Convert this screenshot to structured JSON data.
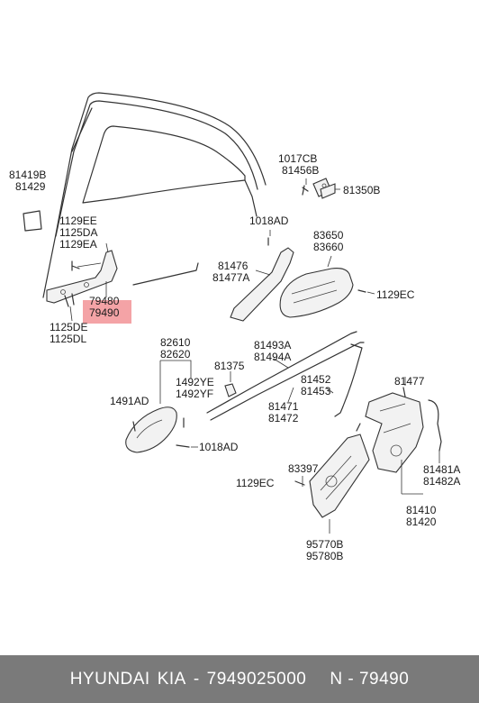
{
  "colors": {
    "highlight": "#f4a3a6",
    "footer_bg": "#7a7a7a",
    "line": "#333333"
  },
  "labels": {
    "l81419b": "81419B",
    "l81429": "81429",
    "l1129ee": "1129EE",
    "l1125da": "1125DA",
    "l1129ea": "1129EA",
    "l79480": "79480",
    "l79490": "79490",
    "l1125de": "1125DE",
    "l1125dl": "1125DL",
    "l1017cb": "1017CB",
    "l81456b": "81456B",
    "l81350b": "81350B",
    "l1018ad_top": "1018AD",
    "l83650": "83650",
    "l83660": "83660",
    "l81476": "81476",
    "l81477a": "81477A",
    "l1129ec_top": "1129EC",
    "l82610": "82610",
    "l82620": "82620",
    "l81493a": "81493A",
    "l81494a": "81494A",
    "l81375": "81375",
    "l81452": "81452",
    "l81453": "81453",
    "l81477": "81477",
    "l1492ye": "1492YE",
    "l1492yf": "1492YF",
    "l1491ad": "1491AD",
    "l81471": "81471",
    "l81472": "81472",
    "l1018ad_bot": "1018AD",
    "l83397": "83397",
    "l1129ec_bot": "1129EC",
    "l81481a": "81481A",
    "l81482a": "81482A",
    "l81410": "81410",
    "l81420": "81420",
    "l95770b": "95770B",
    "l95780b": "95780B"
  },
  "footer": {
    "brand": "HYUNDAI",
    "make": "KIA",
    "sep": "-",
    "part_number": "7949025000",
    "sub": "N - 79490"
  }
}
